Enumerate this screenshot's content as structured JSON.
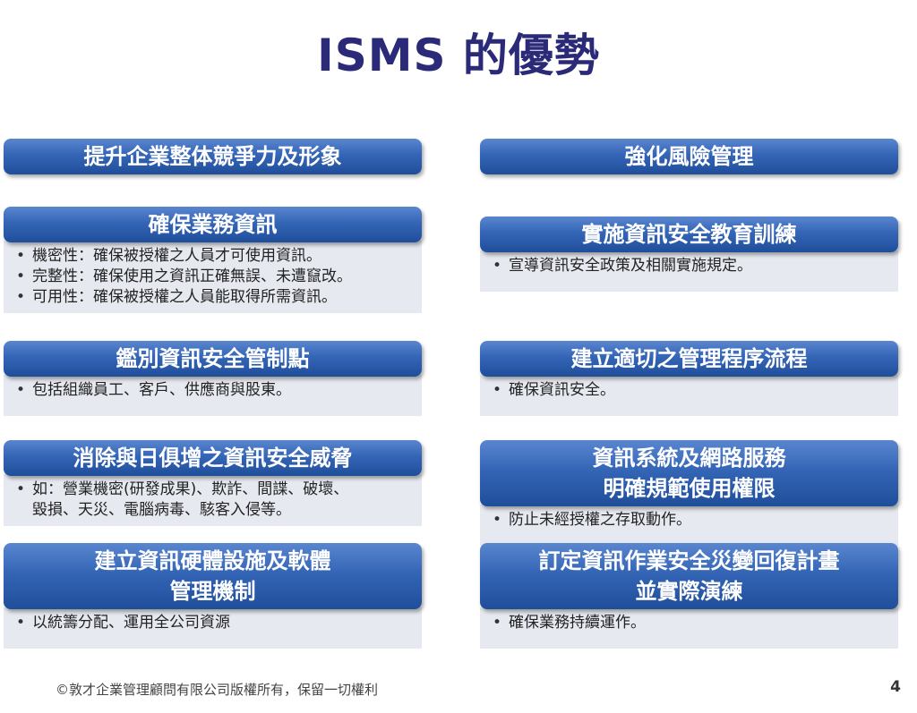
{
  "title": "ISMS 的優勢",
  "left": [
    {
      "heading": "提升企業整体競爭力及形象",
      "items": []
    },
    {
      "heading": "確保業務資訊",
      "items": [
        "機密性：確保被授權之人員才可使用資訊。",
        "完整性：確保使用之資訊正確無誤、未遭竄改。",
        "可用性：確保被授權之人員能取得所需資訊。"
      ]
    },
    {
      "heading": "鑑別資訊安全管制點",
      "items": [
        "包括組織員工、客戶、供應商與股東。"
      ]
    },
    {
      "heading": "消除與日俱增之資訊安全威脅",
      "items": [
        "如：營業機密(研發成果)、欺詐、間諜、破壞、\n毀損、天災、電腦病毒、駭客入侵等。"
      ]
    },
    {
      "heading": "建立資訊硬體設施及軟體\n管理機制",
      "items": [
        "以統籌分配、運用全公司資源"
      ]
    }
  ],
  "right": [
    {
      "heading": "強化風險管理",
      "items": []
    },
    {
      "heading": "實施資訊安全教育訓練",
      "items": [
        "宣導資訊安全政策及相關實施規定。"
      ]
    },
    {
      "heading": "建立適切之管理程序流程",
      "items": [
        "確保資訊安全。"
      ]
    },
    {
      "heading": "資訊系統及網路服務\n明確規範使用權限",
      "items": [
        "防止未經授權之存取動作。"
      ]
    },
    {
      "heading": "訂定資訊作業安全災變回復計畫\n並實際演練",
      "items": [
        "確保業務持續運作。"
      ]
    }
  ],
  "footer": "©敦才企業管理顧問有限公司版權所有，保留一切權利",
  "page_number": "4"
}
